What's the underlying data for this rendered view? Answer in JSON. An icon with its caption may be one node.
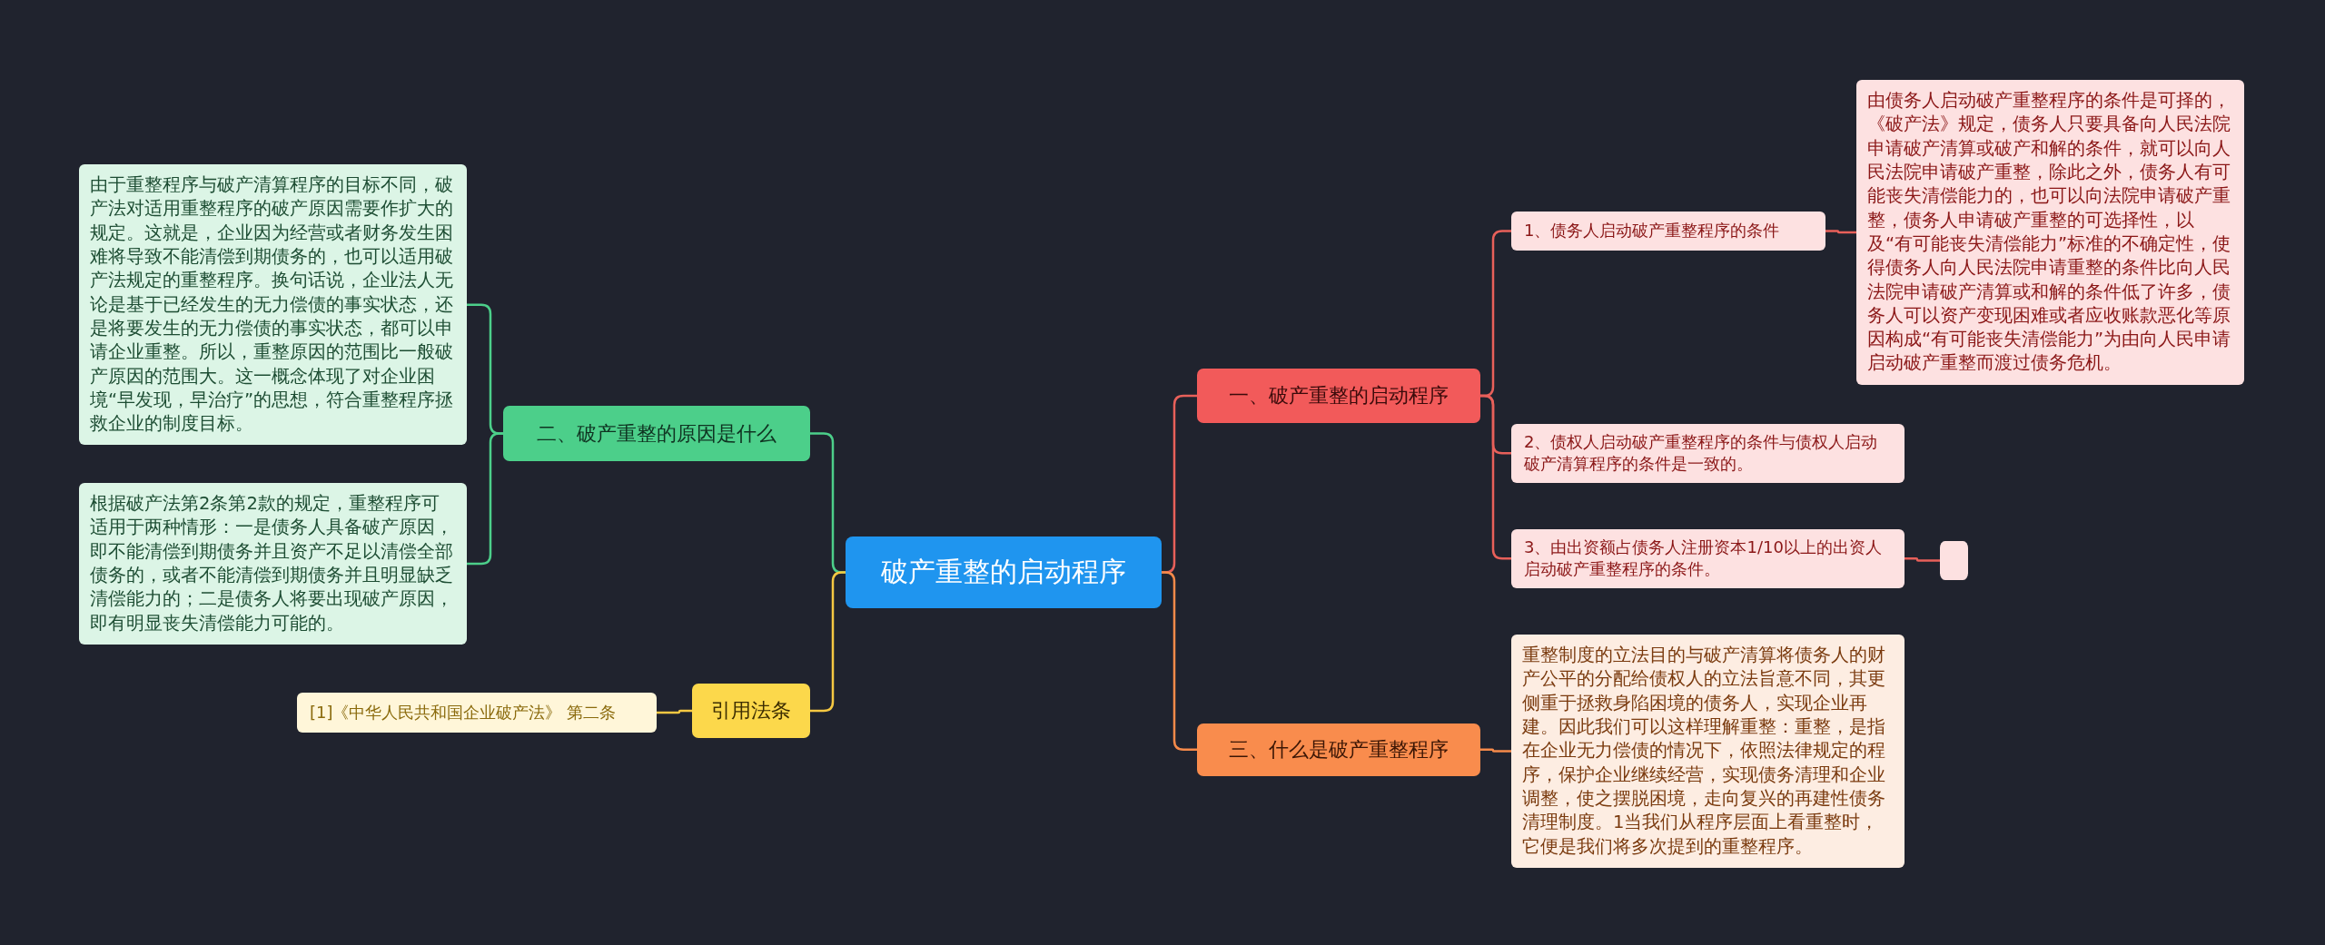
{
  "diagram": {
    "nodes": [
      {
        "text": [
          "破产重整的启动程序"
        ]
      },
      {
        "text": [
          "一、破产重整的启动程序"
        ]
      },
      {
        "text": [
          "1、债务人启动破产重整程序的条件"
        ]
      },
      {
        "text": [
          "由债务人启动破产重整程序的条件是可择的，《破产法》规定，债务人只要具备向人民法院申请破产清算或破产和解的条件，就可以向人民法院申请破产重整，除此之外，债务人有可能丧失清偿能力的，也可以向法院申请破产重整，债务人申请破产重整的可选择性，以及“有可能丧失清偿能力”标准的不确定性，使得债务人向人民法院申请重整的条件比向人民法院申请破产清算或和解的条件低了许多，债务人可以资产变现困难或者应收账款恶化等原因构成“有可能丧失清偿能力”为由向人民申请启动破产重整而渡过债务危机。"
        ]
      },
      {
        "text": [
          "2、债权人启动破产重整程序的条件与债权人启动破产清算程序的条件是一致的。"
        ]
      },
      {
        "text": [
          "3、由出资额占债务人注册资本1/10以上的出资人启动破产重整程序的条件。"
        ]
      },
      {
        "text": [],
        "shape": "box"
      },
      {
        "text": [
          "三、什么是破产重整程序"
        ]
      },
      {
        "text": [
          "重整制度的立法目的与破产清算将债务人的财产公平的分配给债权人的立法旨意不同，其更侧重于拯救身陷困境的债务人，实现企业再建。因此我们可以这样理解重整：重整，是指在企业无力偿债的情况下，依照法律规定的程序，保护企业继续经营，实现债务清理和企业调整，使之摆脱困境，走向复兴的再建性债务清理制度。1当我们从程序层面上看重整时，它便是我们将多次提到的重整程序。"
        ]
      },
      {
        "text": [
          "二、破产重整的原因是什么"
        ]
      },
      {
        "text": [
          "由于重整程序与破产清算程序的目标不同，破产法对适用重整程序的破产原因需要作扩大的规定。这就是，企业因为经营或者财务发生困难将导致不能清偿到期债务的，也可以适用破产法规定的重整程序。换句话说，企业法人无论是基于已经发生的无力偿债的事实状态，还是将要发生的无力偿债的事实状态，都可以申请企业重整。所以，重整原因的范围比一般破产原因的范围大。这一概念体现了对企业困境“早发现，早治疗”的思想，符合重整程序拯救企业的制度目标。"
        ]
      },
      {
        "text": [
          "根据破产法第2条第2款的规定，重整程序可适用于两种情形：一是债务人具备破产原因，即不能清偿到期债务并且资产不足以清偿全部债务的，或者不能清偿到期债务并且明显缺乏清偿能力的；二是债务人将要出现破产原因，即有明显丧失清偿能力可能的。"
        ]
      },
      {
        "text": [
          "引用法条"
        ]
      },
      {
        "text": [
          "[1]《中华人民共和国企业破产法》 第二条"
        ]
      }
    ],
    "edges": [
      {
        "from": 0,
        "to": 1,
        "arrow": "none"
      },
      {
        "from": 1,
        "to": 2,
        "arrow": "none"
      },
      {
        "from": 2,
        "to": 3,
        "arrow": "none"
      },
      {
        "from": 1,
        "to": 4,
        "arrow": "none"
      },
      {
        "from": 1,
        "to": 5,
        "arrow": "none"
      },
      {
        "from": 5,
        "to": 6,
        "arrow": "none"
      },
      {
        "from": 0,
        "to": 7,
        "arrow": "none",
        "color": "#f58a4a"
      },
      {
        "from": 7,
        "to": 8,
        "arrow": "none",
        "color": "#f58a4a"
      },
      {
        "from": 0,
        "to": 9,
        "arrow": "none",
        "color": "#4ccf8a"
      },
      {
        "from": 9,
        "to": 10,
        "arrow": "none",
        "color": "#4ccf8a"
      },
      {
        "from": 9,
        "to": 11,
        "arrow": "none",
        "color": "#4ccf8a"
      },
      {
        "from": 0,
        "to": 12,
        "arrow": "none",
        "color": "#f5c842"
      },
      {
        "from": 12,
        "to": 13,
        "arrow": "none",
        "color": "#f5c842"
      }
    ]
  }
}
